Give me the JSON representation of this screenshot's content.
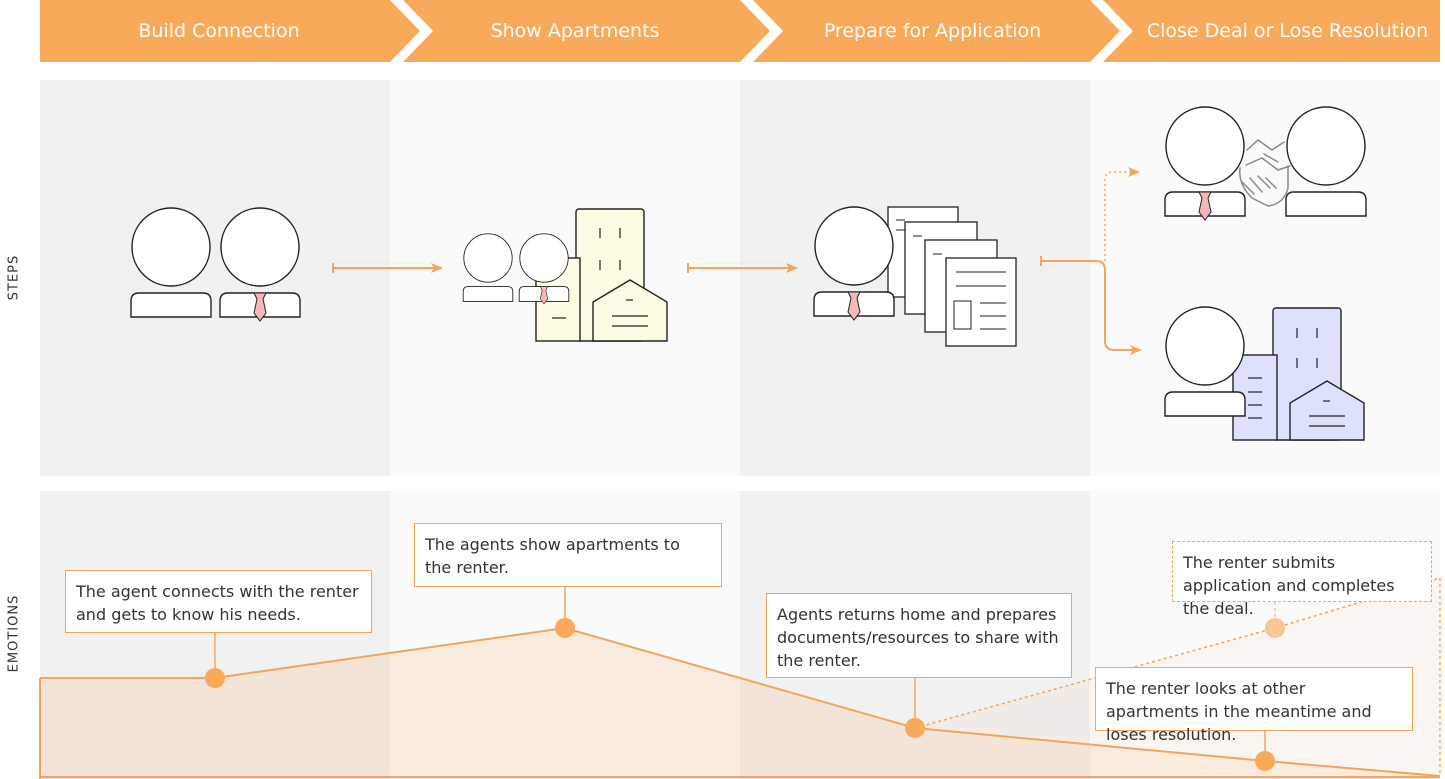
{
  "colors": {
    "accent": "#f9a95a",
    "accent_line": "#f4a45b",
    "accent_pale": "#f9c594",
    "building_yellow": "#fdfbe2",
    "building_blue": "#dde1fb",
    "tie_pink": "#f5b7b7"
  },
  "phases": [
    {
      "label": "Build Connection"
    },
    {
      "label": "Show Apartments"
    },
    {
      "label": "Prepare for Application"
    },
    {
      "label": "Close Deal or Lose Resolution"
    }
  ],
  "rows": {
    "steps": "STEPS",
    "emotions": "EMOTIONS"
  },
  "icons": [
    "two-people-icon",
    "people-with-buildings-icon",
    "person-with-documents-icon",
    "handshake-icon",
    "person-with-buildings-icon"
  ],
  "callouts": {
    "connect": "The agent connects with the renter and gets to know his needs.",
    "show": "The agents show apartments to the renter.",
    "prepare": "Agents returns home and prepares documents/resources to share with the renter.",
    "submit": "The renter submits application and completes the deal.",
    "lose": "The renter looks at other apartments in the meantime and loses resolution."
  }
}
